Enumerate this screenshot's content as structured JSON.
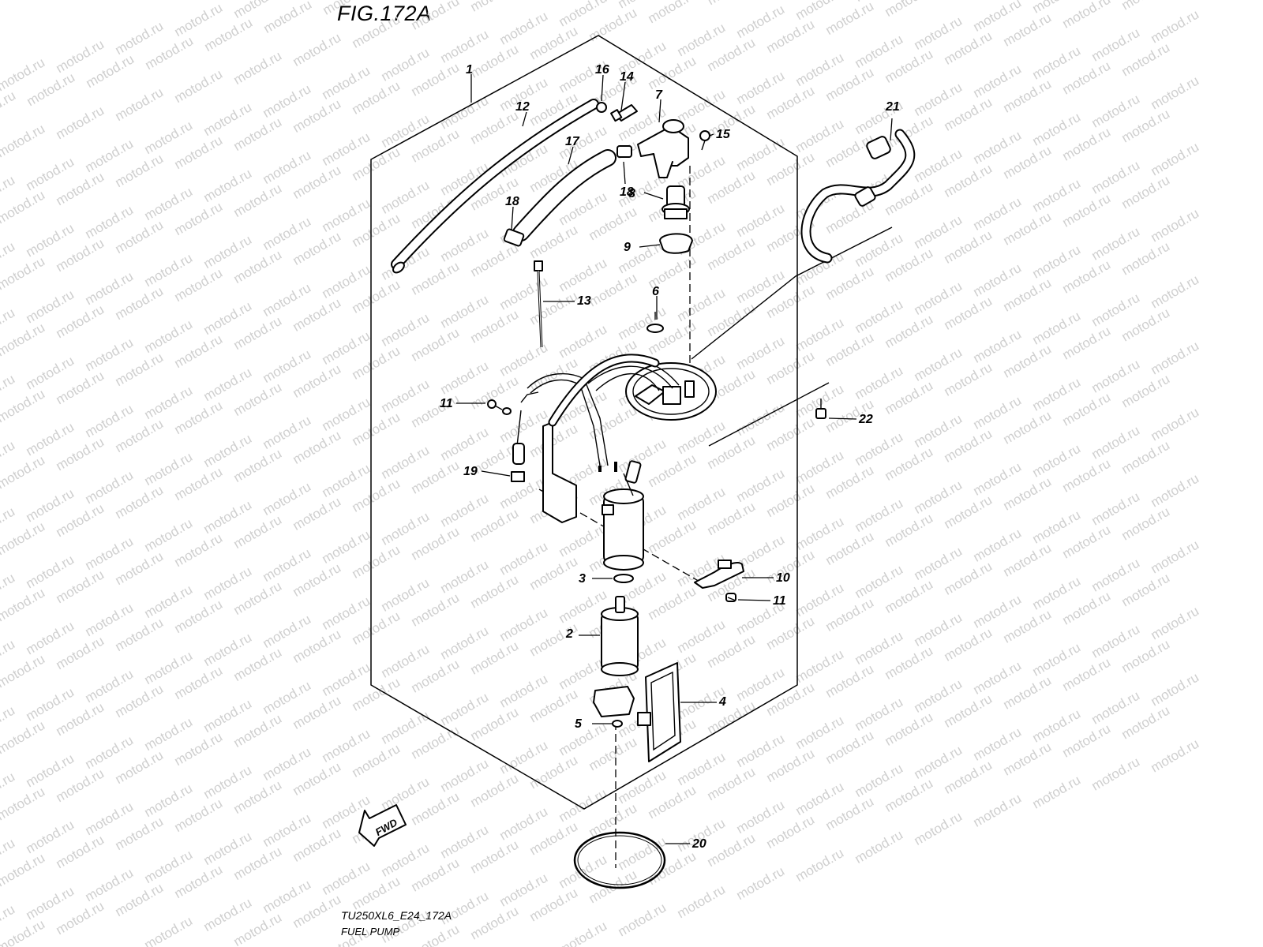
{
  "figure": {
    "title": "FIG.172A"
  },
  "footer": {
    "code": "TU250XL6_E24_172A",
    "name": "FUEL PUMP"
  },
  "watermark": {
    "text": "motod.ru"
  },
  "direction": {
    "label": "FWD"
  },
  "parts": [
    {
      "number": "1"
    },
    {
      "number": "2"
    },
    {
      "number": "3"
    },
    {
      "number": "4"
    },
    {
      "number": "5"
    },
    {
      "number": "6"
    },
    {
      "number": "7"
    },
    {
      "number": "8"
    },
    {
      "number": "9"
    },
    {
      "number": "10"
    },
    {
      "number": "11"
    },
    {
      "number": "11"
    },
    {
      "number": "12"
    },
    {
      "number": "13"
    },
    {
      "number": "14"
    },
    {
      "number": "15"
    },
    {
      "number": "16"
    },
    {
      "number": "17"
    },
    {
      "number": "18"
    },
    {
      "number": "18"
    },
    {
      "number": "19"
    },
    {
      "number": "20"
    },
    {
      "number": "21"
    },
    {
      "number": "22"
    }
  ]
}
